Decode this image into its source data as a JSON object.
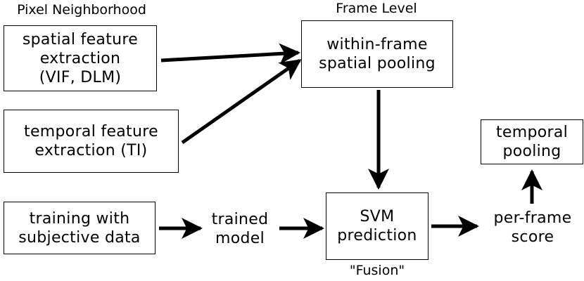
{
  "headers": {
    "pixel_neighborhood": "Pixel Neighborhood",
    "frame_level": "Frame Level"
  },
  "boxes": {
    "spatial_feature_extraction": "spatial feature\nextraction\n(VIF, DLM)",
    "temporal_feature_extraction": "temporal feature\nextraction (TI)",
    "training_with_subjective_data": "training with\nsubjective data",
    "within_frame_spatial_pooling": "within-frame\nspatial pooling",
    "svm_prediction": "SVM\nprediction",
    "temporal_pooling": "temporal\npooling"
  },
  "labels": {
    "trained_model": "trained\nmodel",
    "per_frame_score": "per-frame\nscore",
    "fusion": "\"Fusion\""
  },
  "colors": {
    "stroke": "#000000",
    "background": "#ffffff"
  }
}
